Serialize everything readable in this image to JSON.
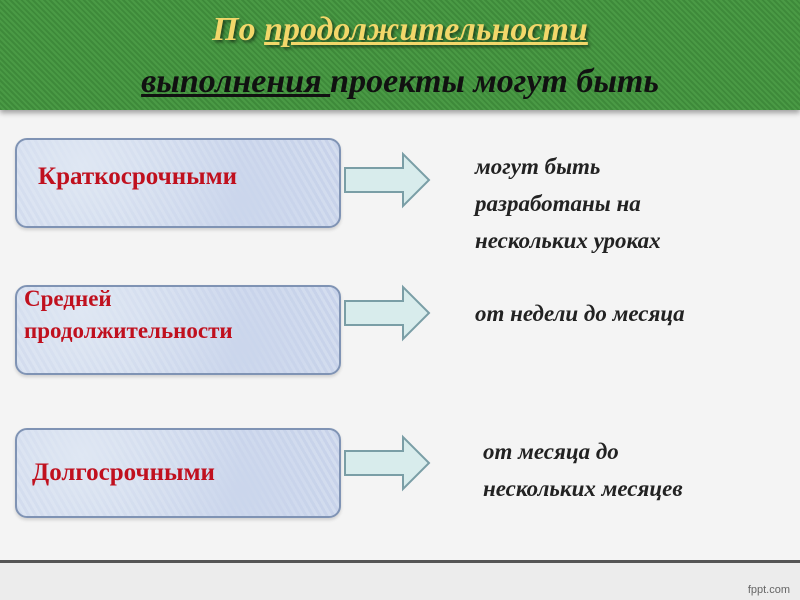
{
  "title": {
    "line1_prefix": "По ",
    "line1_underlined": "продолжительности",
    "line2_underlined": "выполнения ",
    "line2_rest": "проекты могут быть"
  },
  "rows": [
    {
      "label": "Краткосрочными",
      "description_lines": [
        "могут быть",
        "разработаны на",
        "нескольких уроках"
      ]
    },
    {
      "label_lines": [
        "Средней",
        "продолжительности"
      ],
      "description_lines": [
        "от недели до месяца"
      ]
    },
    {
      "label": "Долгосрочными",
      "description_lines": [
        "от месяца до",
        "нескольких месяцев"
      ]
    }
  ],
  "footer": {
    "watermark": "fppt.com"
  },
  "colors": {
    "banner_green": "#3e8a3a",
    "title_yellow": "#f2d76a",
    "label_red": "#c0101e",
    "arrow_fill": "#d8ecec"
  }
}
